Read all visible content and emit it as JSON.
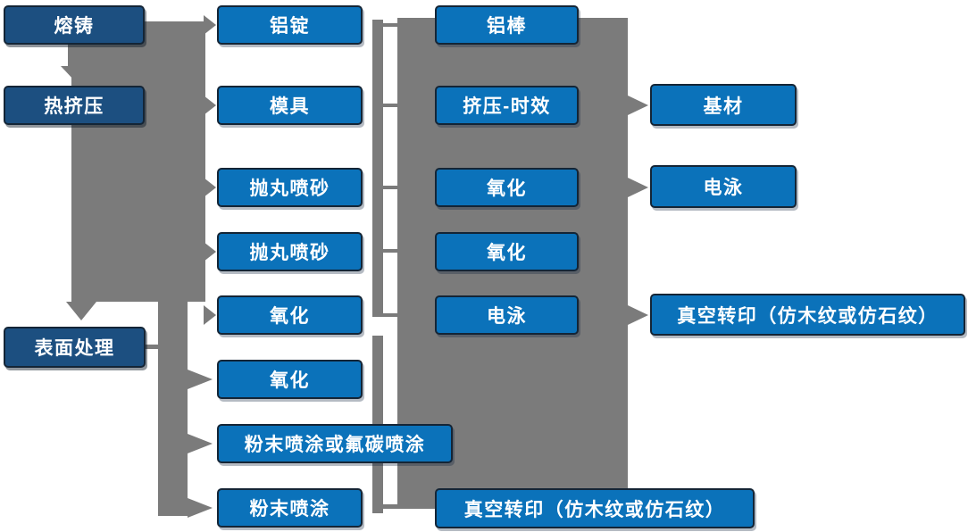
{
  "colors": {
    "stage_box_fill": "#1c4f80",
    "process_box_fill": "#0b72ba",
    "box_border": "#142536",
    "connector_gray": "#7b7b7b",
    "text": "#ffffff",
    "background": "#ffffff"
  },
  "nodes": [
    {
      "label": "熔铸"
    },
    {
      "label": "热挤压"
    },
    {
      "label": "表面处理"
    },
    {
      "label": "铝锭"
    },
    {
      "label": "模具"
    },
    {
      "label": "抛丸喷砂"
    },
    {
      "label": "抛丸喷砂"
    },
    {
      "label": "氧化"
    },
    {
      "label": "氧化"
    },
    {
      "label": "粉末喷涂或氟碳喷涂"
    },
    {
      "label": "粉末喷涂"
    },
    {
      "label": "铝棒"
    },
    {
      "label": "挤压-时效"
    },
    {
      "label": "氧化"
    },
    {
      "label": "氧化"
    },
    {
      "label": "电泳"
    },
    {
      "label": "真空转印（仿木纹或仿石纹）"
    },
    {
      "label": "基材"
    },
    {
      "label": "电泳"
    },
    {
      "label": "真空转印（仿木纹或仿石纹）"
    }
  ],
  "connectors": {
    "melting_to_extrusion_arrow": {
      "from": "熔铸",
      "to": "热挤压"
    },
    "upper_trunk": {
      "sources": [
        "熔铸",
        "热挤压"
      ],
      "arrow_targets": [
        "铝锭",
        "模具",
        "抛丸喷砂",
        "抛丸喷砂",
        "氧化"
      ],
      "down_arrow_target": "表面处理"
    },
    "lower_trunk": {
      "source": "表面处理",
      "arrow_targets": [
        "氧化",
        "粉末喷涂或氟碳喷涂",
        "粉末喷涂"
      ]
    },
    "middle_bracket_rows_linked": [
      "铝锭",
      "模具",
      "抛丸喷砂",
      "抛丸喷砂",
      "氧化",
      "粉末喷涂",
      "真空转印（仿木纹或仿石纹）"
    ],
    "column3_spine": {
      "behind": [
        "铝棒",
        "挤压-时效",
        "氧化",
        "氧化",
        "电泳"
      ],
      "arrow_targets": [
        "基材",
        "电泳",
        "真空转印（仿木纹或仿石纹）"
      ]
    }
  }
}
